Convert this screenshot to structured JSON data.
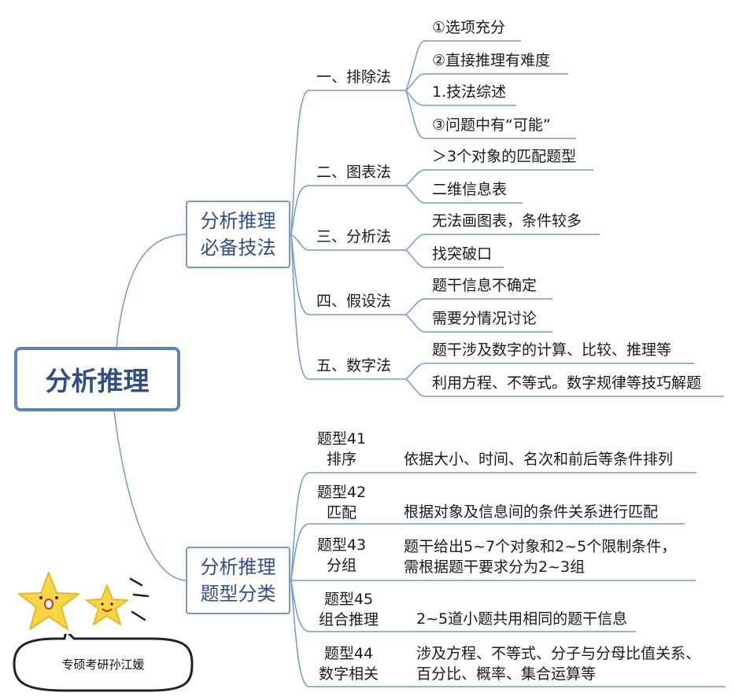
{
  "root": {
    "label": "分析推理"
  },
  "branch1": {
    "line1": "分析推理",
    "line2": "必备技法",
    "methods": [
      {
        "label": "一、排除法",
        "items": [
          "①选项充分",
          "②直接推理有难度",
          "1.技法综述",
          "③问题中有“可能”"
        ]
      },
      {
        "label": "二、图表法",
        "items": [
          "＞3个对象的匹配题型",
          "二维信息表"
        ]
      },
      {
        "label": "三、分析法",
        "items": [
          "无法画图表，条件较多",
          "找突破口"
        ]
      },
      {
        "label": "四、假设法",
        "items": [
          "题干信息不确定",
          "需要分情况讨论"
        ]
      },
      {
        "label": "五、数字法",
        "items": [
          "题干涉及数字的计算、比较、推理等",
          "利用方程、不等式。数字规律等技巧解题"
        ]
      }
    ]
  },
  "branch2": {
    "line1": "分析推理",
    "line2": "题型分类",
    "types": [
      {
        "line1": "题型41",
        "line2": "排序",
        "desc": [
          "依据大小、时间、名次和前后等条件排列"
        ]
      },
      {
        "line1": "题型42",
        "line2": "匹配",
        "desc": [
          "根据对象及信息间的条件关系进行匹配"
        ]
      },
      {
        "line1": "题型43",
        "line2": "分组",
        "desc": [
          "题干给出5~7个对象和2~5个限制条件，",
          "需根据题干要求分为2~3组"
        ]
      },
      {
        "line1": "题型45",
        "line2": "组合推理",
        "desc": [
          "2~5道小题共用相同的题干信息"
        ]
      },
      {
        "line1": "题型44",
        "line2": "数字相关",
        "desc": [
          "涉及方程、不等式、分子与分母比值关系、",
          "百分比、概率、集合运算等"
        ]
      }
    ]
  },
  "watermark": {
    "text": "专硕考研孙江媛"
  },
  "colors": {
    "line": "#7399cf",
    "root_border": "#5b84c4",
    "root_text": "#2f4f86",
    "star": "#f7d544"
  }
}
